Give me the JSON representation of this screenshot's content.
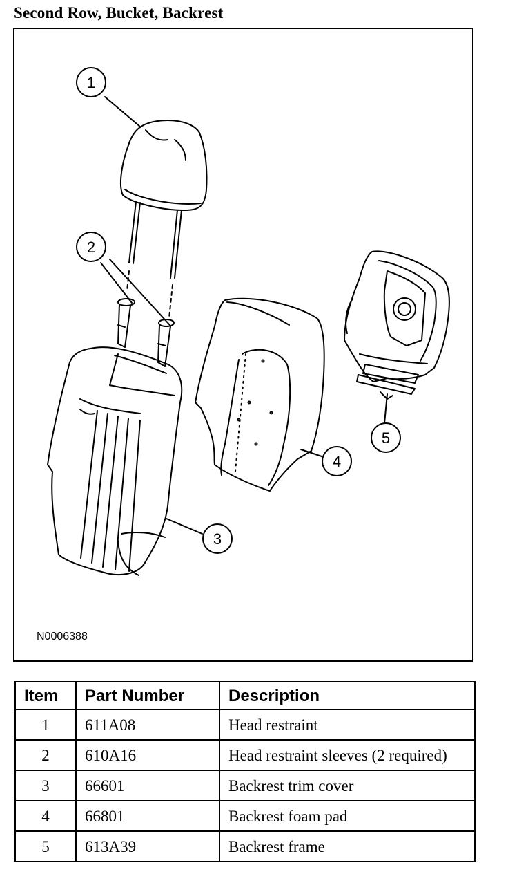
{
  "title": "Second Row, Bucket, Backrest",
  "figure": {
    "id": "N0006388",
    "callouts": [
      "1",
      "2",
      "3",
      "4",
      "5"
    ]
  },
  "table": {
    "headers": [
      "Item",
      "Part Number",
      "Description"
    ],
    "rows": [
      {
        "item": "1",
        "part": "611A08",
        "desc": "Head restraint"
      },
      {
        "item": "2",
        "part": "610A16",
        "desc": "Head restraint sleeves (2 required)"
      },
      {
        "item": "3",
        "part": "66601",
        "desc": "Backrest trim cover"
      },
      {
        "item": "4",
        "part": "66801",
        "desc": "Backrest foam pad"
      },
      {
        "item": "5",
        "part": "613A39",
        "desc": "Backrest frame"
      }
    ]
  }
}
